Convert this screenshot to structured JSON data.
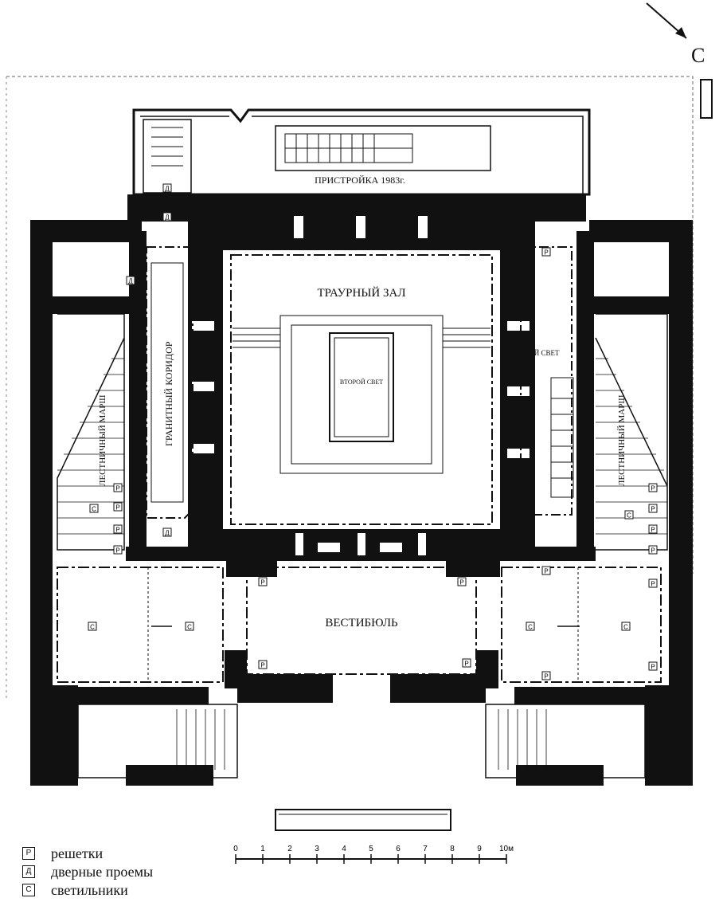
{
  "north_mark": "С",
  "rooms": {
    "annex": "ПРИСТРОЙКА 1983г.",
    "hall": "ТРАУРНЫЙ ЗАЛ",
    "second_light_center": "ВТОРОЙ СВЕТ",
    "second_light_right": "ВТОРОЙ СВЕТ",
    "granite_corridor": "ГРАНИТНЫЙ КОРИДОР",
    "stairs_left": "ЛЕСТНИЧНЫЙ МАРШ",
    "stairs_right": "ЛЕСТНИЧНЫЙ МАРШ",
    "vestibule": "ВЕСТИБЮЛЬ"
  },
  "markers": {
    "grate": "Р",
    "door": "Д",
    "lamp": "С"
  },
  "scale": {
    "ticks": [
      "0",
      "1",
      "2",
      "3",
      "4",
      "5",
      "6",
      "7",
      "8",
      "9",
      "10м"
    ]
  },
  "legend": [
    {
      "key": "Р",
      "text": "решетки"
    },
    {
      "key": "Д",
      "text": "дверные проемы"
    },
    {
      "key": "С",
      "text": "светильники"
    }
  ]
}
